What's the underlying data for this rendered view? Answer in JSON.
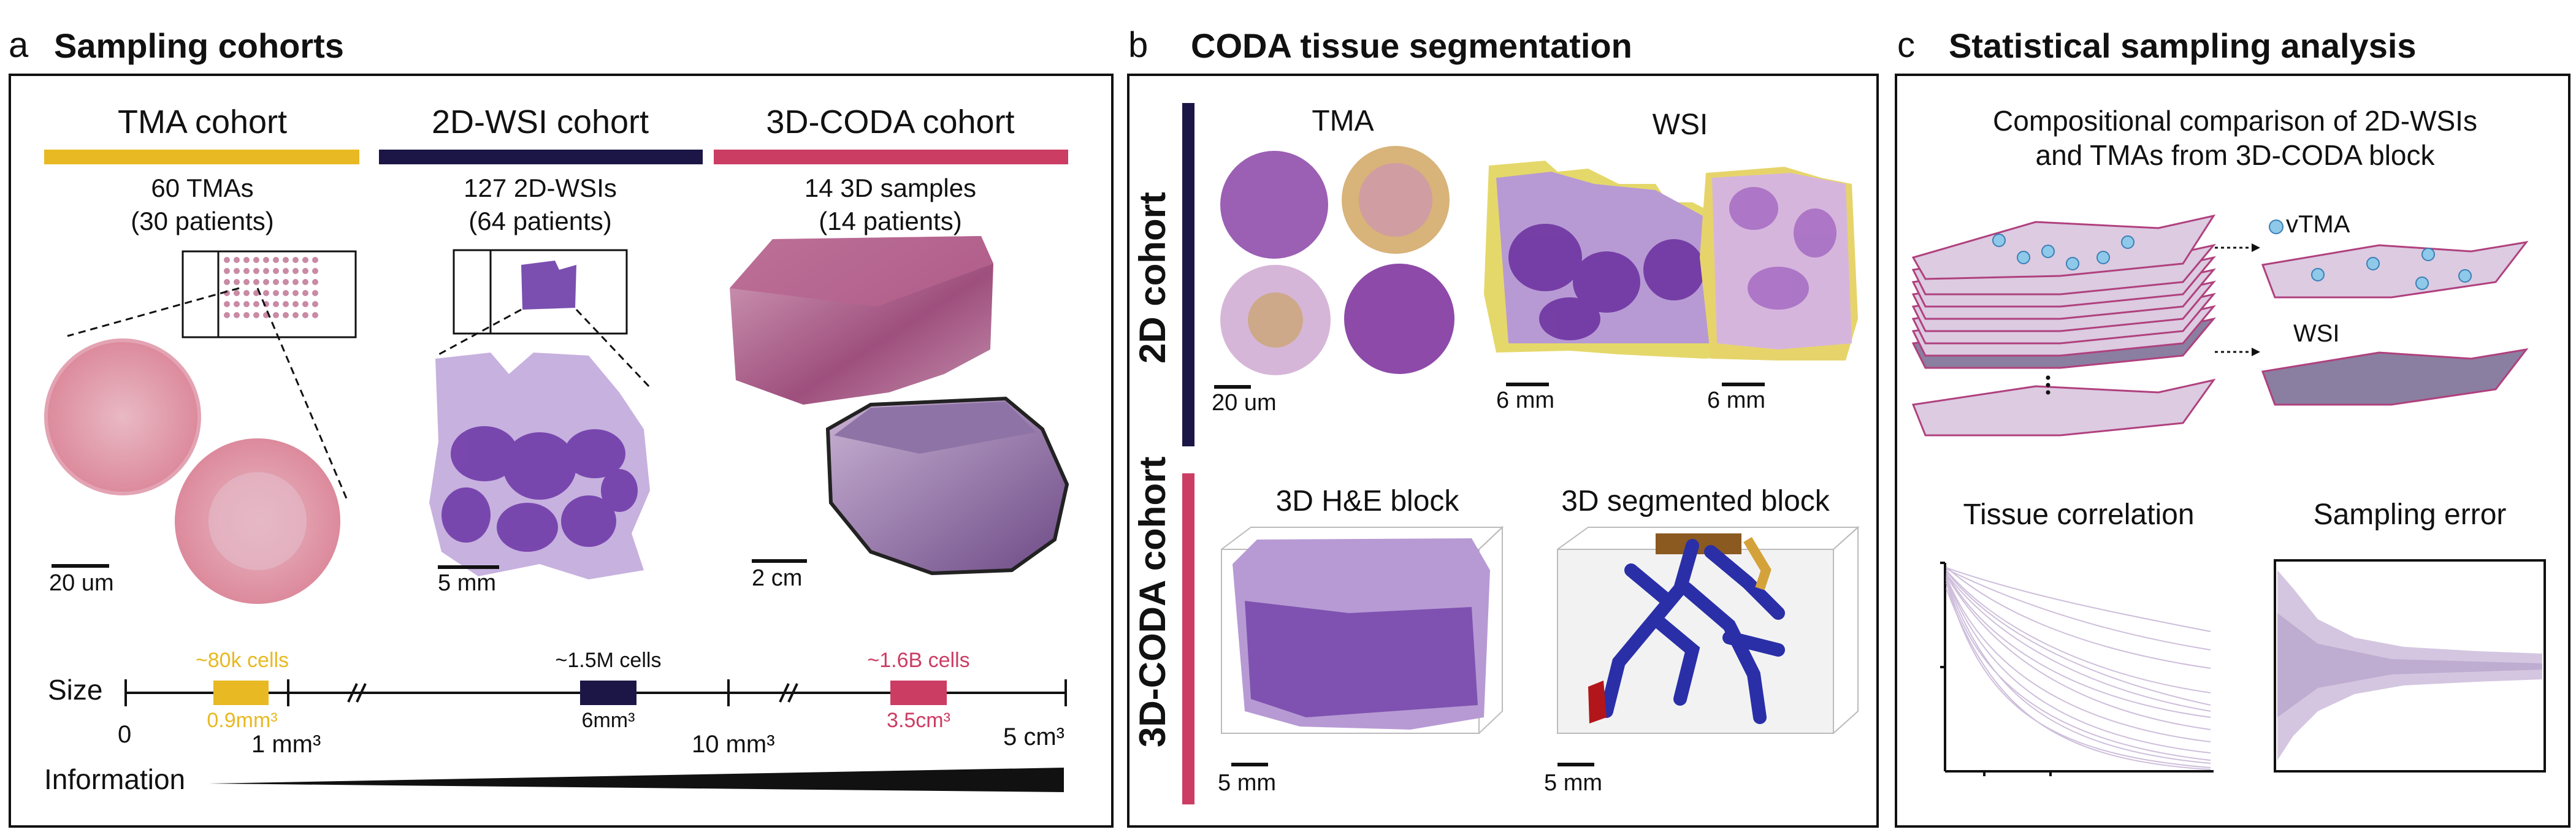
{
  "panel_a": {
    "letter": "a",
    "title": "Sampling cohorts",
    "cohorts": [
      {
        "name": "TMA cohort",
        "count": "60 TMAs",
        "patients": "(30 patients)",
        "color": "#E8B923"
      },
      {
        "name": "2D-WSI cohort",
        "count": "127 2D-WSIs",
        "patients": "(64 patients)",
        "color": "#1B1646"
      },
      {
        "name": "3D-CODA cohort",
        "count": "14 3D samples",
        "patients": "(14 patients)",
        "color": "#CC3D63"
      }
    ],
    "scales": {
      "tma": "20 um",
      "wsi": "5 mm",
      "coda": "2 cm"
    },
    "size_axis": {
      "label": "Size",
      "ticks": [
        "0",
        "1 mm³",
        "10 mm³",
        "5 cm³"
      ],
      "markers": [
        {
          "cells": "~80k cells",
          "volume": "0.9mm³",
          "color": "#E8B923"
        },
        {
          "cells": "~1.5M cells",
          "volume": "6mm³",
          "color": "#1B1646"
        },
        {
          "cells": "~1.6B cells",
          "volume": "3.5cm³",
          "color": "#CC3D63"
        }
      ]
    },
    "information_label": "Information"
  },
  "panel_b": {
    "letter": "b",
    "title": "CODA tissue segmentation",
    "cohort_2d": "2D cohort",
    "cohort_3d": "3D-CODA cohort",
    "tma_label": "TMA",
    "wsi_label": "WSI",
    "he_label": "3D H&E block",
    "seg_label": "3D segmented block",
    "scales": {
      "tma": "20 um",
      "wsi1": "6 mm",
      "wsi2": "6 mm",
      "he": "5 mm",
      "seg": "5 mm"
    },
    "colors": {
      "cohort_2d": "#1B1646",
      "cohort_3d": "#CC3D63"
    }
  },
  "panel_c": {
    "letter": "c",
    "title": "Statistical sampling analysis",
    "heading_line1": "Compositional comparison of 2D-WSIs",
    "heading_line2": "and TMAs from 3D-CODA block",
    "vtma_label": "vTMA",
    "wsi_label": "WSI",
    "correlation_label": "Tissue correlation",
    "error_label": "Sampling error"
  }
}
